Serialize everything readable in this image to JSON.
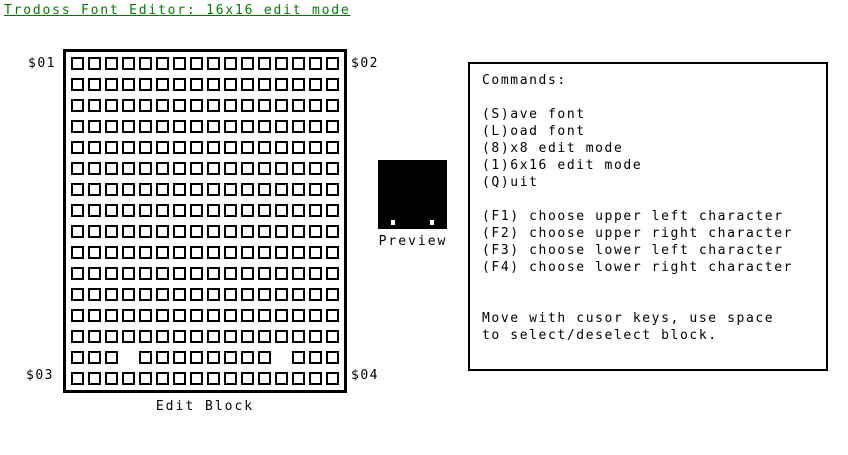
{
  "title": "Trodoss Font Editor: 16x16 edit mode",
  "colors": {
    "title_green": "#008000",
    "ink": "#000000",
    "background": "#ffffff"
  },
  "edit_block": {
    "caption": "Edit Block",
    "corner_labels": {
      "top_left": "$01",
      "top_right": "$02",
      "bottom_left": "$03",
      "bottom_right": "$04"
    },
    "rows": [
      "1111111111111111",
      "1111111111111111",
      "1111111111111111",
      "1111111111111111",
      "1111111111111111",
      "1111111111111111",
      "1111111111111111",
      "1111111111111111",
      "1111111111111111",
      "1111111111111111",
      "1111111111111111",
      "1111111111111111",
      "1111111111111111",
      "1111111111111111",
      "1110111111110111",
      "1111111111111111"
    ]
  },
  "preview": {
    "caption": "Preview"
  },
  "commands_panel": {
    "lines": [
      "Commands:",
      "",
      "(S)ave font",
      "(L)oad font",
      "(8)x8 edit mode",
      "(1)6x16 edit mode",
      "(Q)uit",
      "",
      "(F1) choose upper left character",
      "(F2) choose upper right character",
      "(F3) choose lower left character",
      "(F4) choose lower right character",
      "",
      "",
      "Move with cusor keys, use space",
      "to select/deselect block."
    ]
  }
}
